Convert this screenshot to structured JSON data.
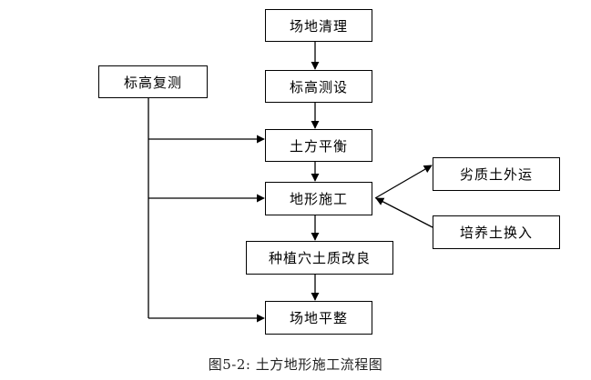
{
  "diagram": {
    "nodes": {
      "site_clearing": "场地清理",
      "elevation_stakeout": "标高测设",
      "elevation_recheck": "标高复测",
      "earthwork_balance": "土方平衡",
      "terrain_construction": "地形施工",
      "planting_pit_soil_improvement": "种植穴土质改良",
      "site_leveling": "场地平整",
      "poor_soil_removal": "劣质土外运",
      "topsoil_replacement": "培养土换入"
    },
    "caption": "图5-2: 土方地形施工流程图",
    "line_color": "#000000",
    "box_border_color": "#000000",
    "background_color": "#ffffff"
  }
}
